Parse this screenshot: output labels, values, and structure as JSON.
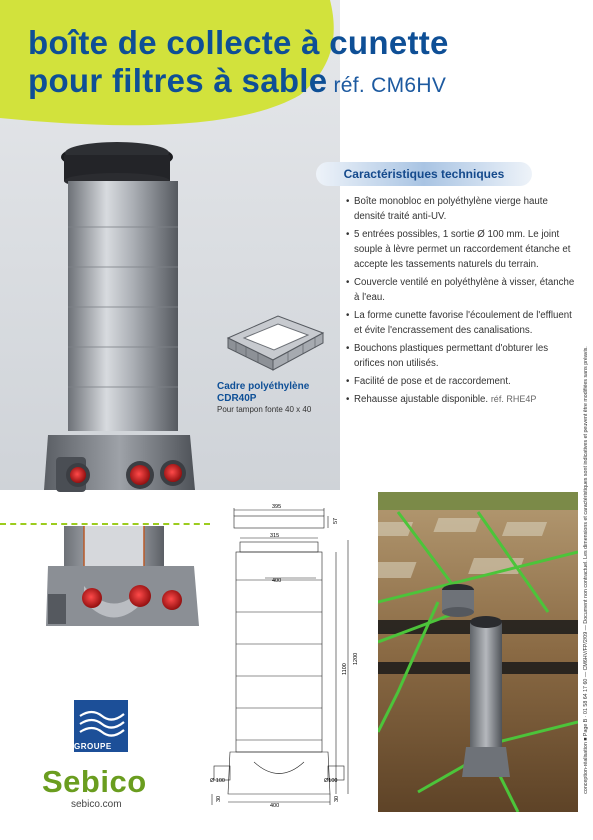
{
  "title": {
    "line1": "boîte de collecte à cunette",
    "line2": "pour filtres à sable",
    "reference": "réf. CM6HV"
  },
  "characteristics": {
    "heading": "Caractéristiques techniques",
    "items": [
      {
        "text": "Boîte monobloc en polyéthylène vierge haute densité traité anti-UV."
      },
      {
        "text": "5 entrées possibles, 1 sortie Ø 100 mm. Le joint souple à lèvre permet un raccordement étanche et accepte les tassements naturels du terrain."
      },
      {
        "text": "Couvercle ventilé en polyéthylène à visser, étanche à l'eau."
      },
      {
        "text": "La forme cunette favorise l'écoulement de l'effluent et évite l'encrassement des canalisations."
      },
      {
        "text": "Bouchons plastiques permettant d'obturer les orifices non utilisés."
      },
      {
        "text": "Facilité de pose et de raccordement."
      },
      {
        "text": "Rehausse ajustable disponible.",
        "ref": "réf. RHE4P"
      }
    ]
  },
  "cadre": {
    "title_line1": "Cadre polyéthylène",
    "title_line2": "CDR40P",
    "subtitle": "Pour tampon fonte 40 x 40"
  },
  "drawing": {
    "dim_top": "395",
    "dim_cap_height": "57",
    "dim_neck": "315",
    "dim_body": "400",
    "dim_total": "1200",
    "dim_body_height": "1100",
    "dim_pipe_left": "Ø 100",
    "dim_pipe_right": "Ø100",
    "dim_base": "400",
    "dim_bottom_left": "30",
    "dim_bottom_right": "30"
  },
  "side_note": "conception-réalisation ■ Page B · 01 58 64 17 60 — CM6HV/FP/2/09 — Document non contractuel. Les dimensions et caractéristiques sont indicatives et peuvent être modifiées sans préavis.",
  "logo": {
    "groupe": "GROUPE",
    "brand": "Sebico",
    "url": "sebico.com"
  },
  "colors": {
    "title_blue": "#0e4f96",
    "lime": "#cfe03a",
    "brand_green": "#6a9d1f",
    "logo_blue": "#1c4f98"
  }
}
